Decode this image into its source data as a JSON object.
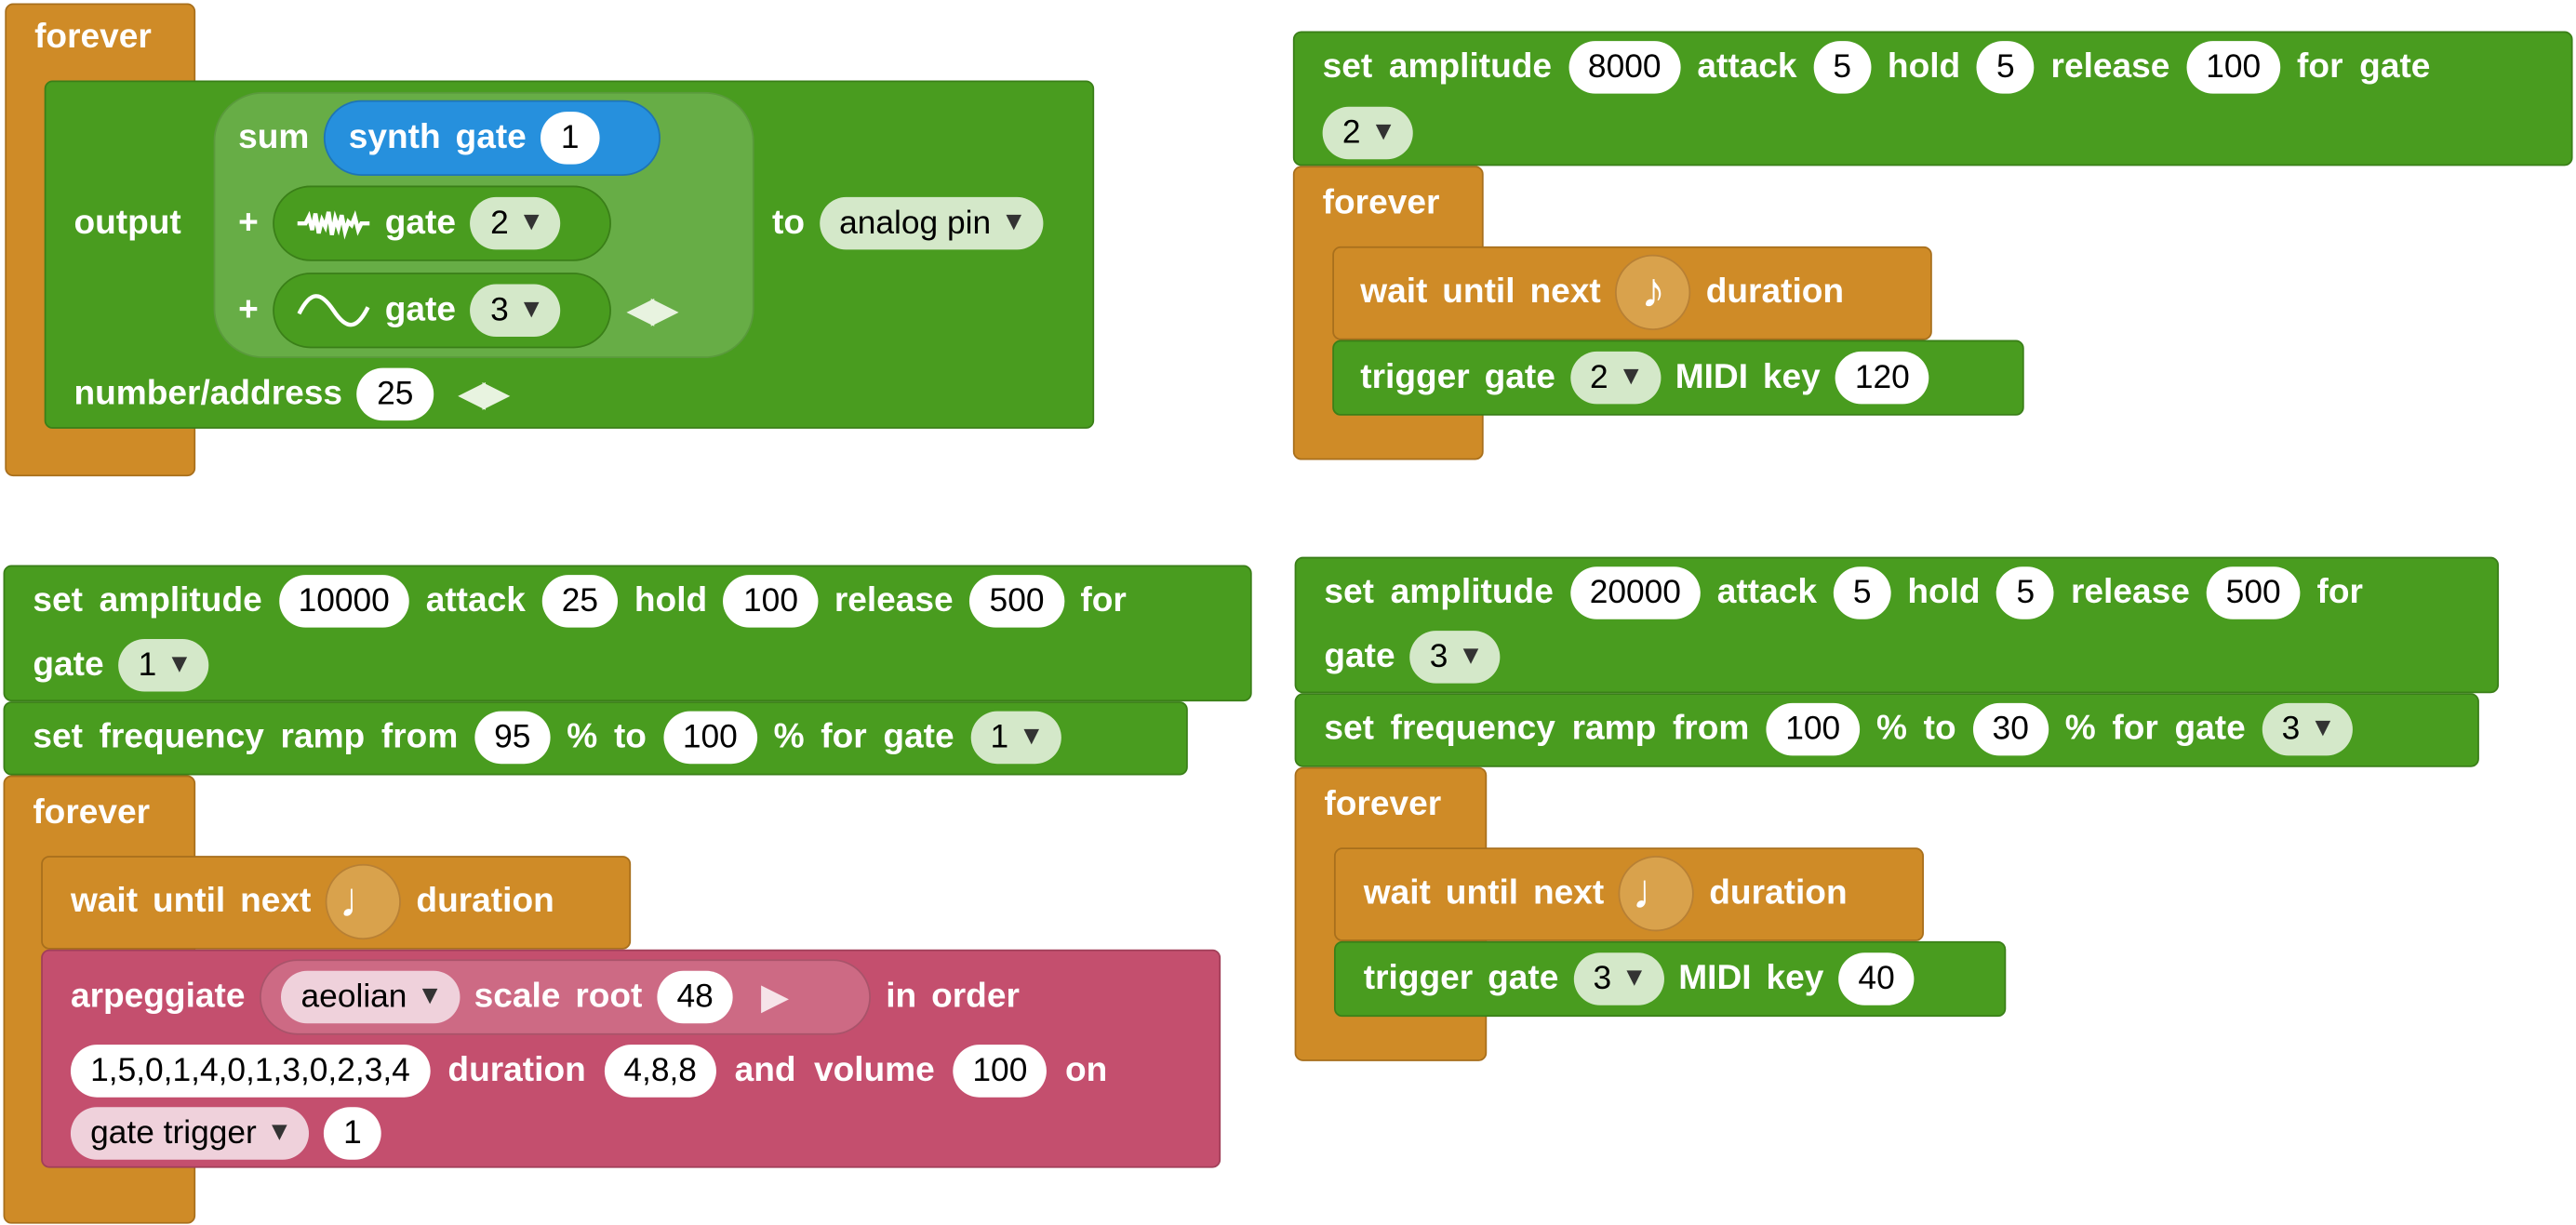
{
  "colors": {
    "loop": "#CF8B27",
    "synth": "#499C1F",
    "arpeggiate": "#C44F6E",
    "source": "#2690DD"
  },
  "stack1": {
    "forever": "forever",
    "output": "output",
    "sum": "sum",
    "synth": "synth",
    "gate": "gate",
    "gate1": "1",
    "plus": "+",
    "gate2": "2",
    "gate3": "3",
    "to": "to",
    "pin": "analog pin",
    "number_address": "number/address",
    "address": "25"
  },
  "stack2": {
    "set": "set",
    "amplitude": "amplitude",
    "amp": "8000",
    "attack": "attack",
    "attack_v": "5",
    "hold": "hold",
    "hold_v": "5",
    "release": "release",
    "release_v": "100",
    "for": "for",
    "gate": "gate",
    "gate_v": "2",
    "forever": "forever",
    "wait": "wait",
    "until": "until",
    "next": "next",
    "duration": "duration",
    "trigger": "trigger",
    "midi": "MIDI",
    "key": "key",
    "key_v": "120"
  },
  "stack3": {
    "set": "set",
    "amplitude": "amplitude",
    "amp": "10000",
    "attack": "attack",
    "attack_v": "25",
    "hold": "hold",
    "hold_v": "100",
    "release": "release",
    "release_v": "500",
    "for": "for",
    "gate": "gate",
    "gate_v": "1",
    "frequency": "frequency",
    "ramp": "ramp",
    "from": "from",
    "from_v": "95",
    "pct": "%",
    "to": "to",
    "to_v": "100",
    "forever": "forever",
    "wait": "wait",
    "until": "until",
    "next": "next",
    "duration": "duration",
    "arpeggiate": "arpeggiate",
    "scale_mode": "aeolian",
    "scale": "scale",
    "root": "root",
    "root_v": "48",
    "in": "in",
    "order": "order",
    "pattern": "1,5,0,1,4,0,1,3,0,2,3,4",
    "durations": "4,8,8",
    "and": "and",
    "volume": "volume",
    "volume_v": "100",
    "on": "on",
    "target": "gate trigger",
    "target_v": "1"
  },
  "stack4": {
    "set": "set",
    "amplitude": "amplitude",
    "amp": "20000",
    "attack": "attack",
    "attack_v": "5",
    "hold": "hold",
    "hold_v": "5",
    "release": "release",
    "release_v": "500",
    "for": "for",
    "gate": "gate",
    "gate_v": "3",
    "frequency": "frequency",
    "ramp": "ramp",
    "from": "from",
    "from_v": "100",
    "pct": "%",
    "to": "to",
    "to_v": "30",
    "forever": "forever",
    "wait": "wait",
    "until": "until",
    "next": "next",
    "duration": "duration",
    "trigger": "trigger",
    "midi": "MIDI",
    "key": "key",
    "key_v": "40"
  },
  "icons": {
    "dropdown": "▼",
    "eighth_note": "♪",
    "quarter_note": "♩",
    "arrow_left": "◀",
    "arrow_right": "▶"
  }
}
